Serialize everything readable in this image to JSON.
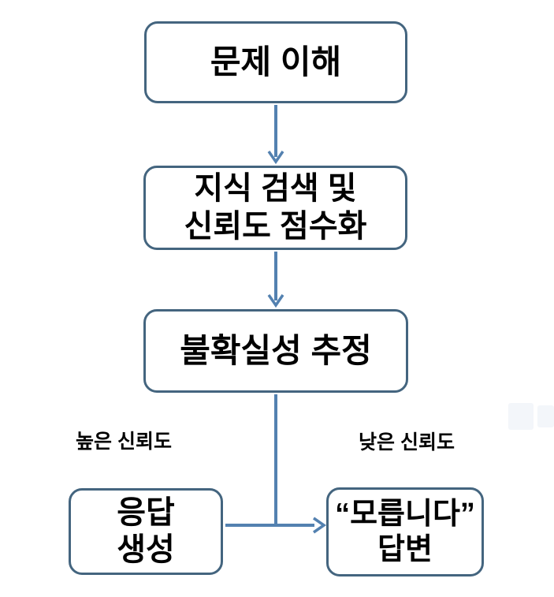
{
  "colors": {
    "background": "#ffffff",
    "box_border": "#44657F",
    "connector": "#5381B0",
    "text": "#000000",
    "watermark": "#f3f6fa"
  },
  "flowchart": {
    "nodes": {
      "problem": {
        "label": "문제 이해"
      },
      "retrieval": {
        "label": "지식 검색 및\n신뢰도 점수화"
      },
      "uncertainty": {
        "label": "불확실성 추정"
      },
      "generate": {
        "label": "응답\n생성"
      },
      "refuse": {
        "label": "“모릅니다”\n답변"
      }
    },
    "branch_labels": {
      "high_confidence": "높은 신뢰도",
      "low_confidence": "낮은 신뢰도"
    }
  }
}
